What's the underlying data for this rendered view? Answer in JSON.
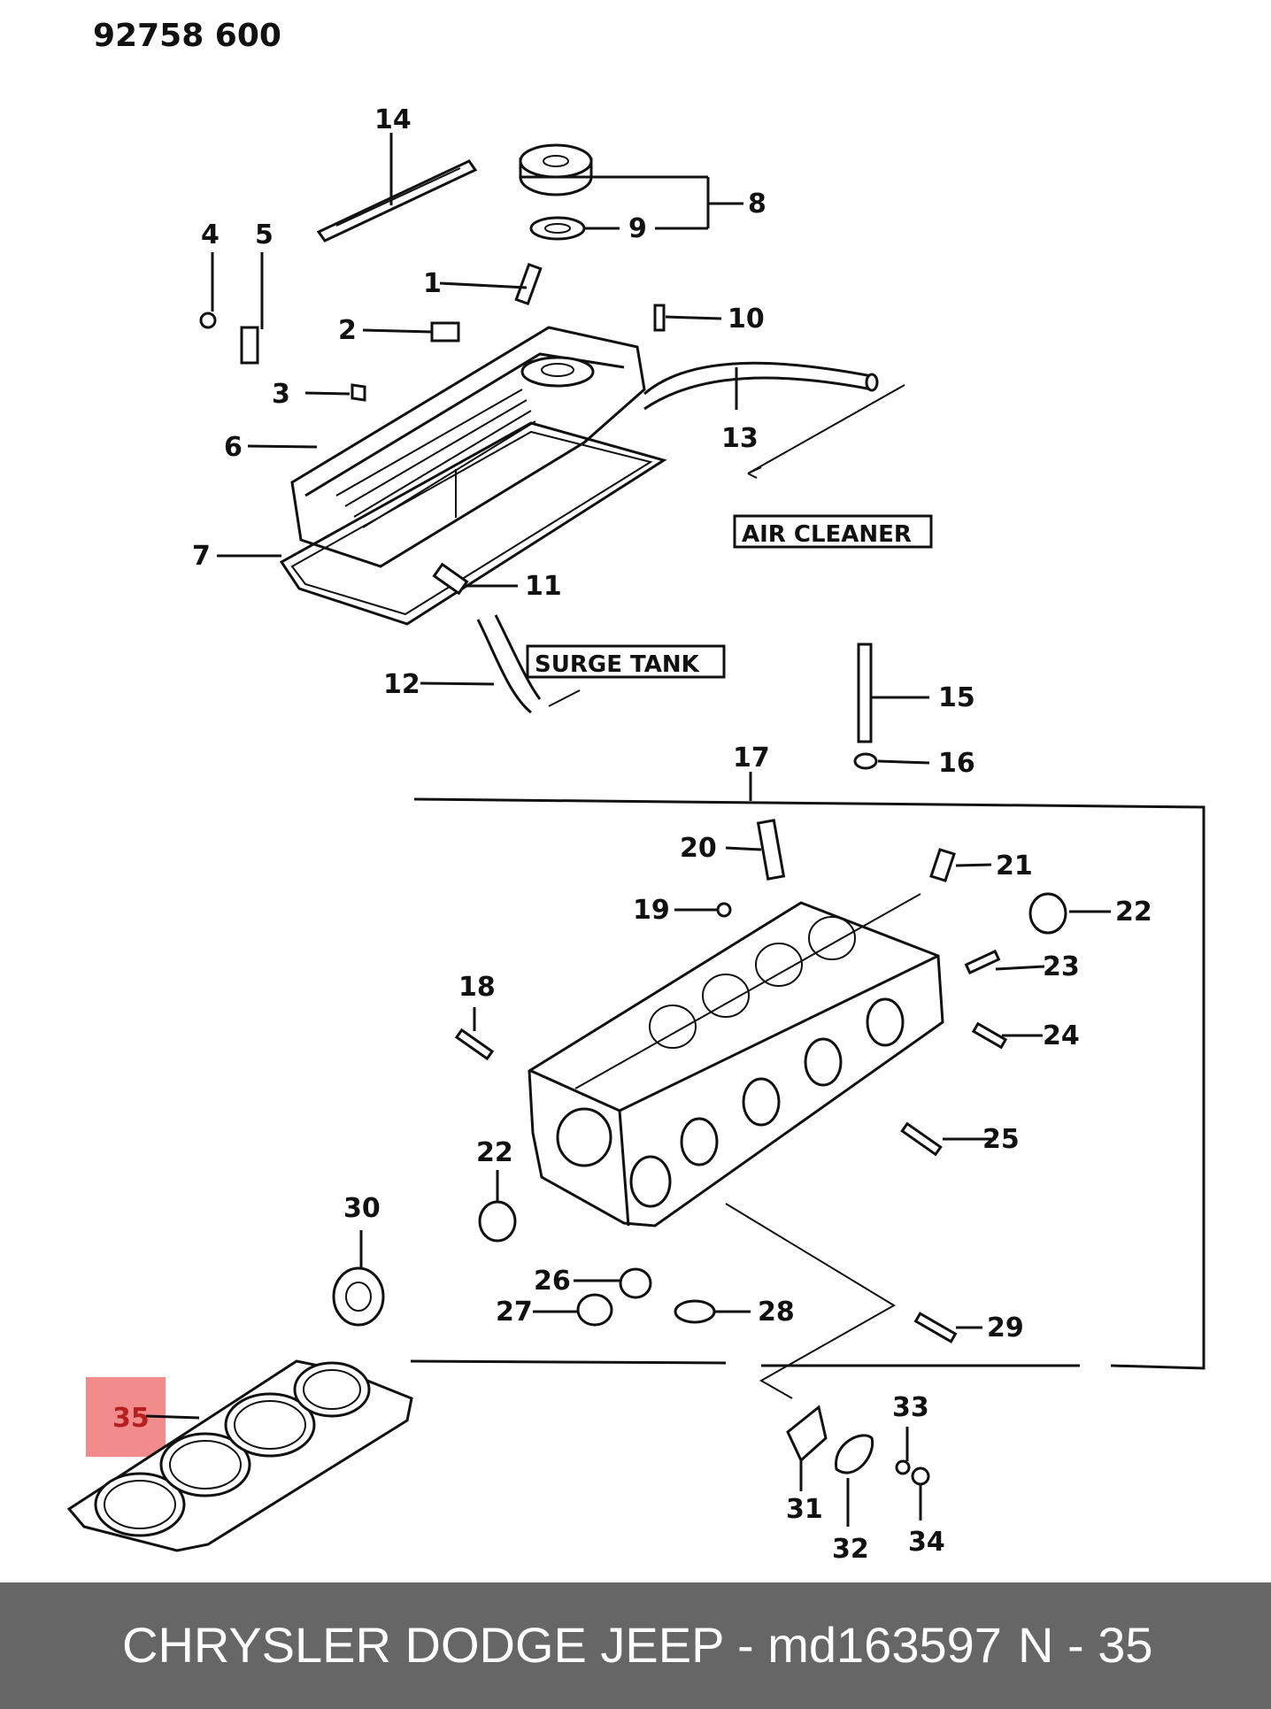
{
  "header": {
    "code": "92758 600"
  },
  "highlight": {
    "color": "#f28b8b",
    "label": "35"
  },
  "boxes": {
    "air_cleaner": "AIR CLEANER",
    "surge_tank": "SURGE TANK"
  },
  "callouts": [
    "1",
    "2",
    "3",
    "4",
    "5",
    "6",
    "7",
    "8",
    "9",
    "10",
    "11",
    "12",
    "13",
    "14",
    "15",
    "16",
    "17",
    "18",
    "19",
    "20",
    "21",
    "22",
    "22",
    "23",
    "24",
    "25",
    "26",
    "27",
    "28",
    "29",
    "30",
    "31",
    "32",
    "33",
    "34"
  ],
  "footer": {
    "brand_part": "CHRYSLER DODGE JEEP - md163597",
    "page": "N - 35"
  }
}
